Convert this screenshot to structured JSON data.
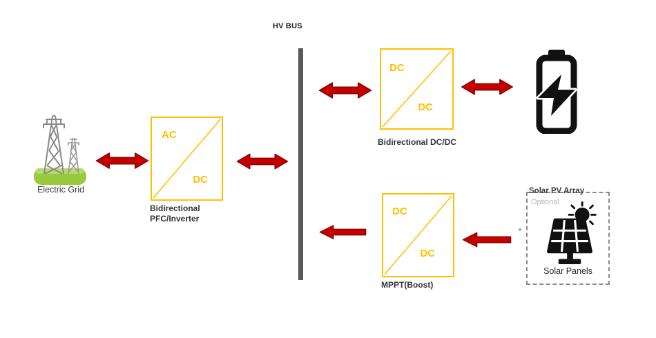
{
  "diagram": {
    "bus": {
      "label": "HV BUS"
    },
    "grid": {
      "caption": "Electric Grid",
      "icon": "transmission-towers-icon"
    },
    "pfc": {
      "top_label": "AC",
      "bottom_label": "DC",
      "caption_line1": "Bidirectional",
      "caption_line2": "PFC/Inverter"
    },
    "dcdc": {
      "top_label": "DC",
      "bottom_label": "DC",
      "caption": "Bidirectional DC/DC"
    },
    "mppt": {
      "top_label": "DC",
      "bottom_label": "DC",
      "caption": "MPPT(Boost)"
    },
    "battery": {
      "icon": "battery-charging-icon"
    },
    "solar": {
      "title": "Solar PV Array",
      "subtitle": "Optional",
      "caption": "Solar Panels",
      "icon": "solar-panel-icon"
    },
    "arrows": {
      "grid_pfc": "bidirectional",
      "pfc_bus": "bidirectional",
      "bus_dcdc": "bidirectional",
      "dcdc_battery": "bidirectional",
      "mppt_to_bus": "left",
      "solar_to_mppt": "left"
    },
    "colors": {
      "converter_yellow": "#FFC000",
      "arrow_red": "#C40000",
      "arrow_red_edge": "#8E0000",
      "bus_gray": "#595959",
      "grass_green": "#9ACA3C",
      "muted_gray": "#B8B8B8"
    }
  }
}
